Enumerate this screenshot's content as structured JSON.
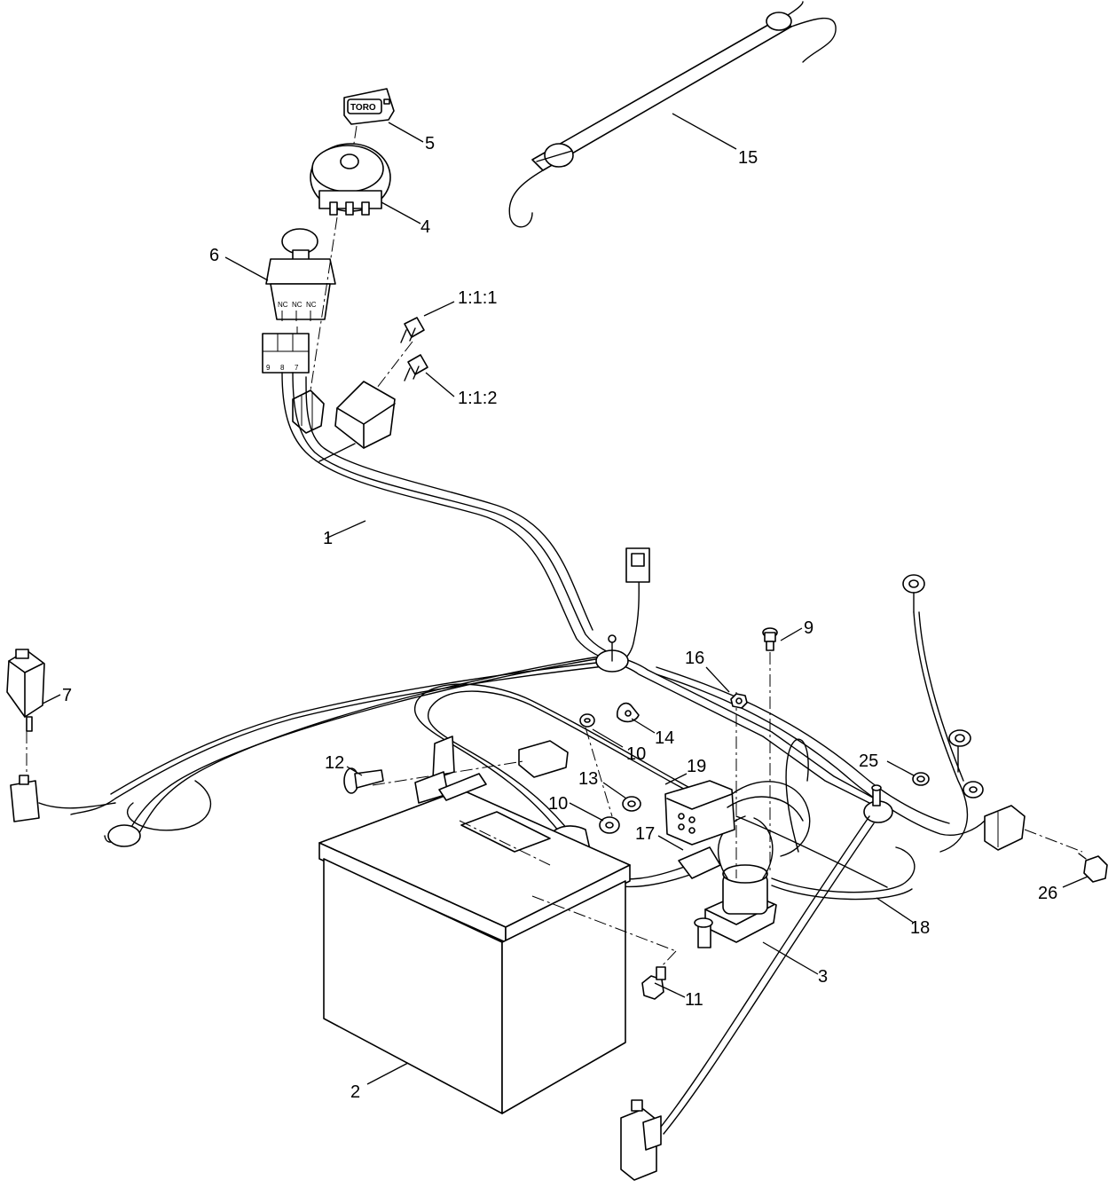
{
  "callouts": {
    "c1": "1",
    "c111": "1:1:1",
    "c112": "1:1:2",
    "c2": "2",
    "c3": "3",
    "c4": "4",
    "c5": "5",
    "c6": "6",
    "c7": "7",
    "c9": "9",
    "c10a": "10",
    "c10b": "10",
    "c11": "11",
    "c12": "12",
    "c13": "13",
    "c14": "14",
    "c15": "15",
    "c16": "16",
    "c17": "17",
    "c18": "18",
    "c19": "19",
    "c25": "25",
    "c26": "26"
  },
  "labels": {
    "key_brand": "TORO",
    "switch_nc": "NC",
    "terminals": [
      "9",
      "8",
      "7"
    ]
  }
}
